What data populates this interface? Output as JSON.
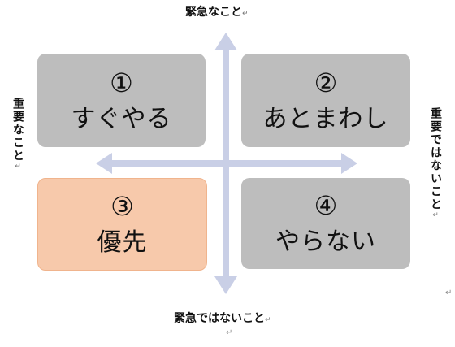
{
  "labels": {
    "top": "緊急なこと",
    "bottom": "緊急ではないこと",
    "left": "重要なこと",
    "right": "重要ではないこと",
    "return_mark": "↵"
  },
  "quadrants": [
    {
      "number": "①",
      "text": "すぐやる",
      "color": "#bdbdbd"
    },
    {
      "number": "②",
      "text": "あとまわし",
      "color": "#bdbdbd"
    },
    {
      "number": "③",
      "text": "優先",
      "color": "#f7c9ab"
    },
    {
      "number": "④",
      "text": "やらない",
      "color": "#bdbdbd"
    }
  ],
  "colors": {
    "arrow": "#c9cfe6",
    "highlight_border": "#f0b48d"
  }
}
